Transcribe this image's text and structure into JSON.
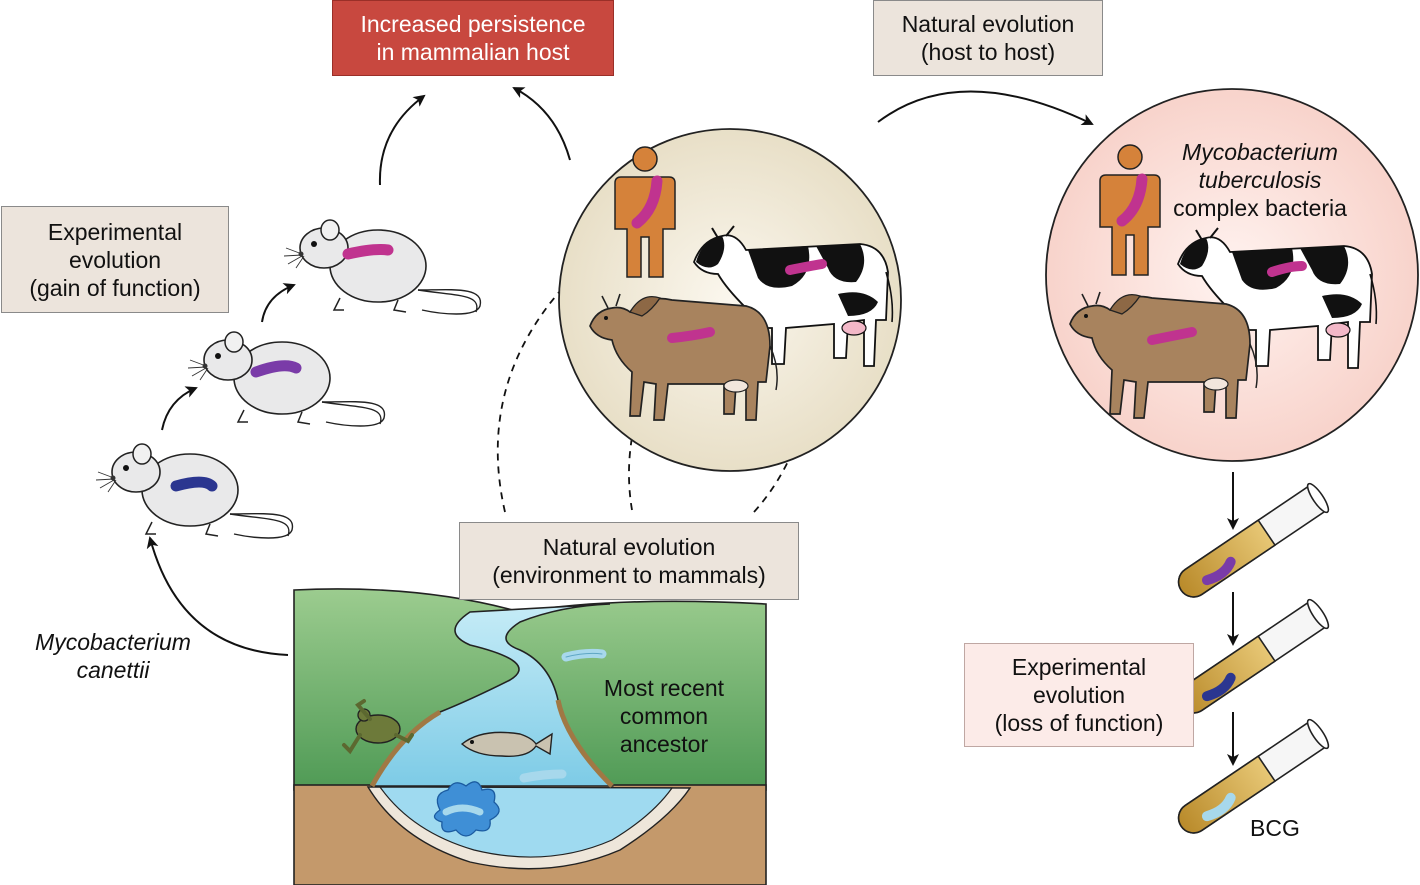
{
  "boxes": {
    "persistence": {
      "line1": "Increased persistence",
      "line2": "in mammalian host",
      "color": "#c8483f"
    },
    "host_to_host": {
      "line1": "Natural evolution",
      "line2": "(host to host)"
    },
    "gain_of_function": {
      "line1": "Experimental",
      "line2": "evolution",
      "line3": "(gain of function)"
    },
    "env_to_mammals": {
      "line1": "Natural evolution",
      "line2": "(environment to mammals)"
    },
    "loss_of_function": {
      "line1": "Experimental",
      "line2": "evolution",
      "line3": "(loss of function)"
    }
  },
  "labels": {
    "canettii": {
      "line1": "Mycobacterium",
      "line2": "canettii"
    },
    "mtb_complex": {
      "line1": "Mycobacterium",
      "line2": "tuberculosis",
      "line3": "complex bacteria"
    },
    "mrca": {
      "line1": "Most recent",
      "line2": "common",
      "line3": "ancestor"
    },
    "bcg": "BCG"
  },
  "colors": {
    "box_beige": "#ece4dc",
    "box_red": "#c8483f",
    "box_pink": "#fcebe8",
    "host_circle_cream": "#f1ead8",
    "host_circle_pink": "#fbe0da",
    "bacteria_magenta": "#c0338f",
    "bacteria_purple": "#7a3ba8",
    "bacteria_navy": "#2b3690",
    "bacteria_light_blue": "#a7d8ec",
    "human_orange": "#d5823a",
    "cow_brown": "#a8835e",
    "grass_green": "#5fa45f",
    "river_blue": "#8fd2ea",
    "soil_brown": "#c4996b",
    "tube_gold": "#d3a743"
  }
}
